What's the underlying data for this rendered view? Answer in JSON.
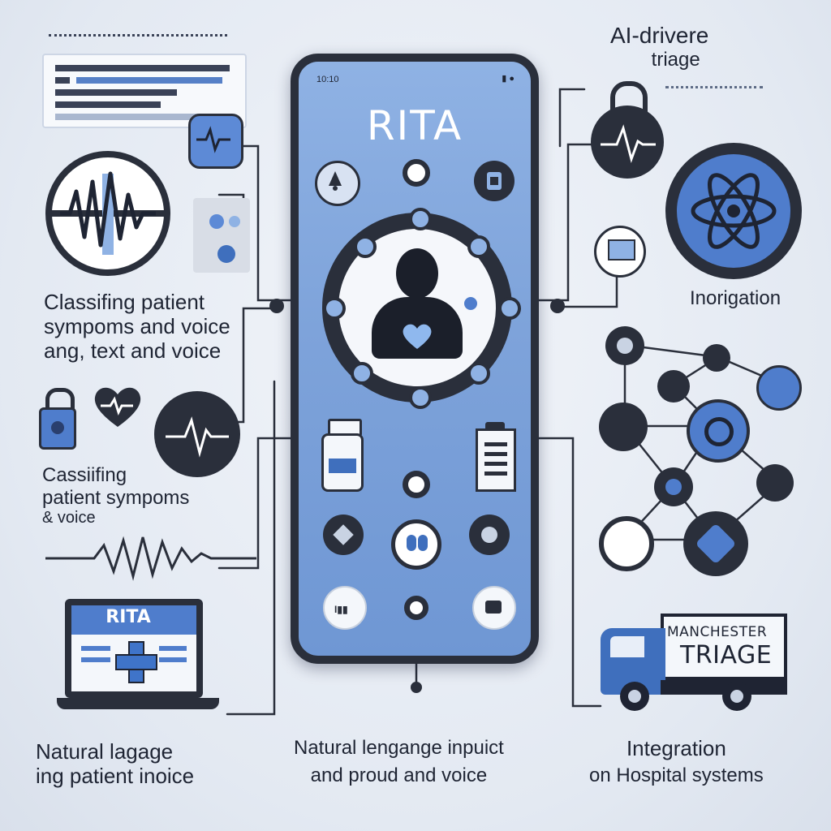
{
  "phone": {
    "status_left": "10:10",
    "status_right": "▮ ●",
    "title": "RITA"
  },
  "labels": {
    "top_right": [
      "AI-drivere",
      "triage"
    ],
    "integration_right": "Inorigation",
    "left_1": [
      "Classifing patient",
      "sympoms and voice",
      "ang, text and voice"
    ],
    "left_2": [
      "Cassiifing",
      "patient sympoms",
      "& voice"
    ],
    "bottom_left": [
      "Natural lagage",
      "ing patient inoice"
    ],
    "bottom_center": [
      "Natural lengange inpuict",
      "and proud and voice"
    ],
    "bottom_right": [
      "Integration",
      "on Hospital systems"
    ]
  },
  "laptop": {
    "title": "RITA"
  },
  "ambulance": {
    "line1": "MANCHESTER",
    "line2": "TRIAGE"
  },
  "colors": {
    "accent": "#3f74c9",
    "dark": "#2a2f3b",
    "phone_screen": "#7ea3da",
    "background": "#e3e9f2"
  },
  "icons": [
    "document-icon",
    "heartbeat-icon",
    "waveform-icon",
    "lock-icon",
    "heart-icon",
    "pulse-icon",
    "laptop-icon",
    "medical-cross-icon",
    "atom-icon",
    "patient-avatar-icon",
    "ambulance-icon",
    "pill-bottle-icon",
    "clipboard-icon",
    "network-node-icon"
  ]
}
